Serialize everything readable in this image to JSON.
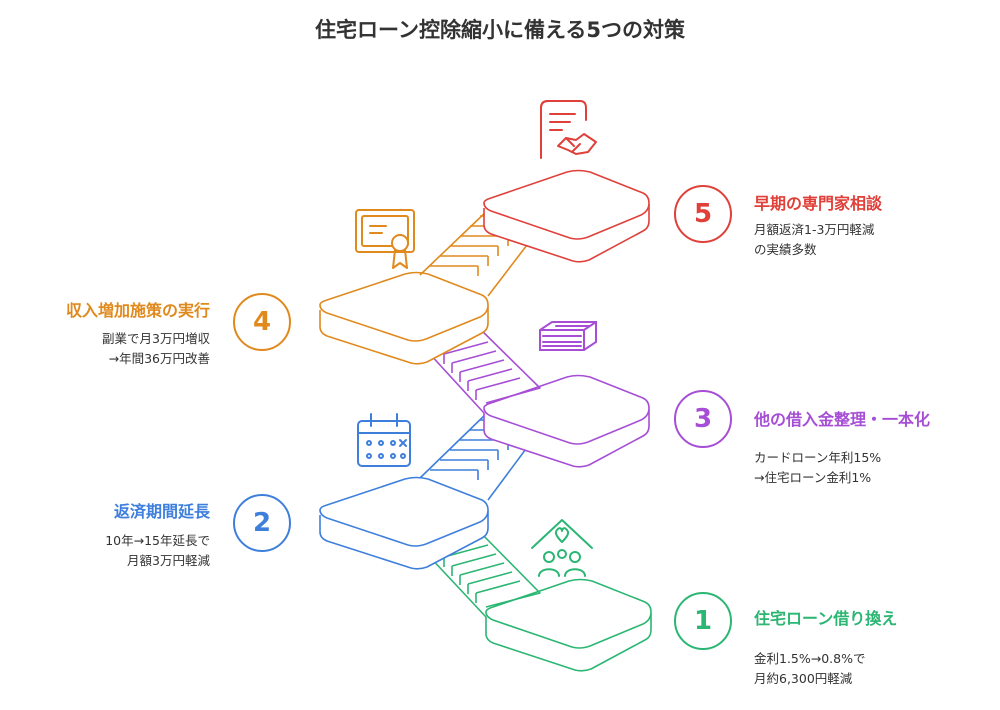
{
  "title": "住宅ローン控除縮小に備える5つの対策",
  "colors": {
    "step1": "#2bb673",
    "step2": "#3f7fdc",
    "step3": "#a64fd6",
    "step4": "#e08a1e",
    "step5": "#e0403a"
  },
  "steps": [
    {
      "number": "1",
      "label": "住宅ローン借り換え",
      "desc": [
        "金利1.5%→0.8%で",
        "月約6,300円軽減"
      ],
      "icon": "community-icon"
    },
    {
      "number": "2",
      "label": "返済期間延長",
      "desc": [
        "10年→15年延長で",
        "月額3万円軽減"
      ],
      "icon": "calendar-icon"
    },
    {
      "number": "3",
      "label": "他の借入金整理・一本化",
      "desc": [
        "カードローン年利15%",
        "→住宅ローン金利1%"
      ],
      "icon": "money-stack-icon"
    },
    {
      "number": "4",
      "label": "収入増加施策の実行",
      "desc": [
        "副業で月3万円増収",
        "→年間36万円改善"
      ],
      "icon": "certificate-icon"
    },
    {
      "number": "5",
      "label": "早期の専門家相談",
      "desc": [
        "月額返済1-3万円軽減",
        "の実績多数"
      ],
      "icon": "contract-handshake-icon"
    }
  ]
}
